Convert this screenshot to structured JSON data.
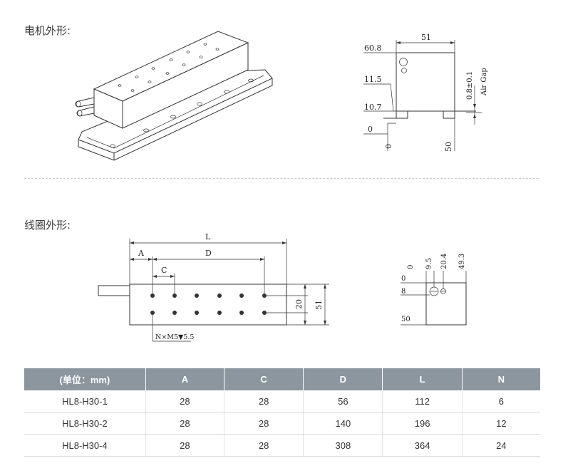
{
  "motor": {
    "title": "电机外形:",
    "dims": {
      "width": "51",
      "top": "60.8",
      "mid": "11.5",
      "base": "10.7",
      "zero_v": "0",
      "zero_h": "0",
      "fifty": "50",
      "gap": "0.8±0.1",
      "gap_label": "Air Gap"
    }
  },
  "coil": {
    "title": "线圈外形:",
    "dims": {
      "L": "L",
      "A": "A",
      "D": "D",
      "C": "C",
      "h20": "20",
      "h51": "51",
      "note": "N×M5▼5.5"
    },
    "side": {
      "t0": "0",
      "t95": "9.5",
      "t204": "20.4",
      "t493": "49.3",
      "l0": "0",
      "l8": "8",
      "l50": "50"
    }
  },
  "table": {
    "headers": [
      "(单位：mm)",
      "A",
      "C",
      "D",
      "L",
      "N"
    ],
    "rows": [
      [
        "HL8-H30-1",
        "28",
        "28",
        "56",
        "112",
        "6"
      ],
      [
        "HL8-H30-2",
        "28",
        "28",
        "140",
        "196",
        "12"
      ],
      [
        "HL8-H30-4",
        "28",
        "28",
        "308",
        "364",
        "24"
      ]
    ]
  }
}
